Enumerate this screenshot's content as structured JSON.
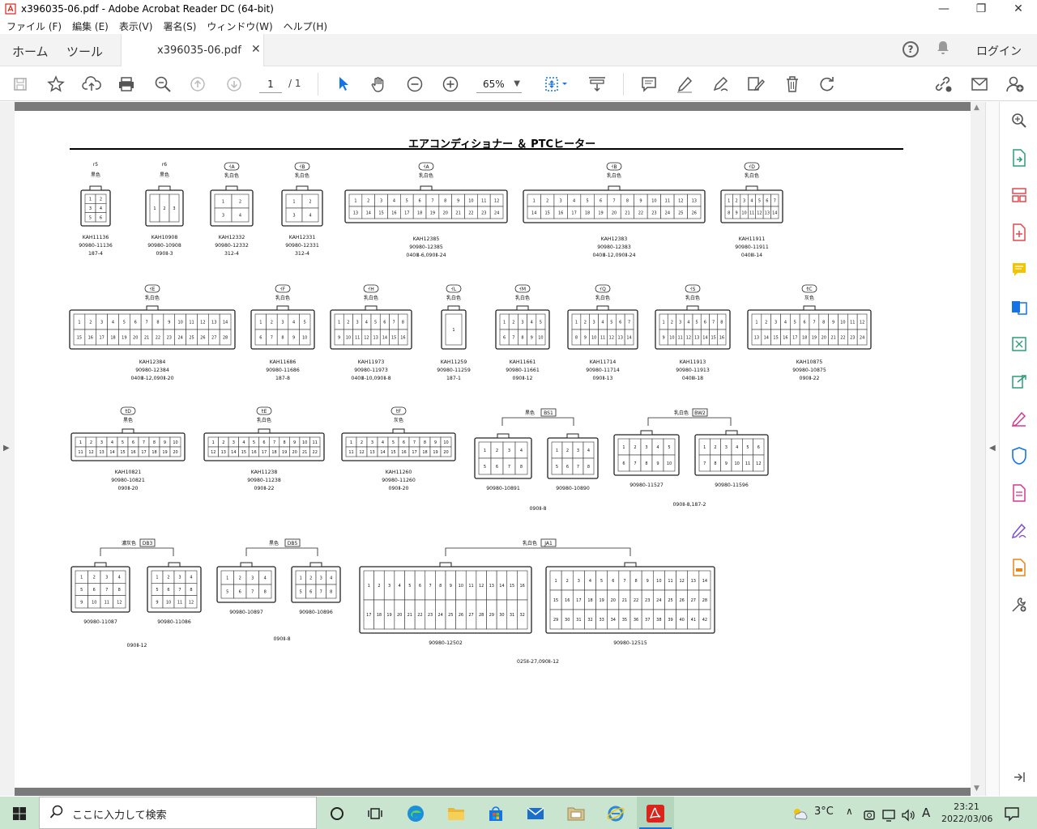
{
  "window": {
    "title": "x396035-06.pdf - Adobe Acrobat Reader DC (64-bit)",
    "minimize": "—",
    "maximize": "❐",
    "close": "✕"
  },
  "menu": [
    "ファイル (F)",
    "編集 (E)",
    "表示(V)",
    "署名(S)",
    "ウィンドウ(W)",
    "ヘルプ(H)"
  ],
  "tabs": {
    "home": "ホーム",
    "tools": "ツール",
    "doc": "x396035-06.pdf",
    "doc_close": "✕",
    "help": "?",
    "login": "ログイン"
  },
  "toolbar": {
    "page_current": "1",
    "page_total": "/ 1",
    "zoom": "65%"
  },
  "document": {
    "title": "エアコンディショナー ＆ PTCヒーター",
    "row1": [
      {
        "tag": "r5",
        "color": "黒色",
        "parts": [
          "KAH11136",
          "90980-11136",
          "187-4"
        ]
      },
      {
        "tag": "r6",
        "color": "黒色",
        "parts": [
          "KAH10908",
          "90980-10908",
          "090Ⅱ-3"
        ]
      },
      {
        "tag": "ｲA",
        "color": "乳白色",
        "parts": [
          "KAH12332",
          "90980-12332",
          "312-4"
        ]
      },
      {
        "tag": "ｲB",
        "color": "乳白色",
        "parts": [
          "KAH12331",
          "90980-12331",
          "312-4"
        ]
      },
      {
        "tag": "ｲA",
        "color": "乳白色",
        "parts": [
          "KAH12385",
          "90980-12385",
          "040Ⅲ-6,090Ⅱ-24"
        ]
      },
      {
        "tag": "ｲB",
        "color": "乳白色",
        "parts": [
          "KAH12383",
          "90980-12383",
          "040Ⅲ-12,090Ⅱ-24"
        ]
      },
      {
        "tag": "ｲD",
        "color": "乳白色",
        "parts": [
          "KAH11911",
          "90980-11911",
          "040Ⅲ-14"
        ]
      }
    ],
    "row2": [
      {
        "tag": "ｲE",
        "color": "乳白色",
        "parts": [
          "KAH12384",
          "90980-12384",
          "040Ⅲ-12,090Ⅱ-20"
        ]
      },
      {
        "tag": "ｲF",
        "color": "乳白色",
        "parts": [
          "KAH11686",
          "90980-11686",
          "187-8"
        ]
      },
      {
        "tag": "ｲH",
        "color": "乳白色",
        "parts": [
          "KAH11973",
          "90980-11973",
          "040Ⅲ-10,090Ⅱ-8"
        ]
      },
      {
        "tag": "ｲL",
        "color": "乳白色",
        "parts": [
          "KAH11259",
          "90980-11259",
          "187-1"
        ]
      },
      {
        "tag": "ｲM",
        "color": "乳白色",
        "parts": [
          "KAH11661",
          "90980-11661",
          "090Ⅱ-12"
        ]
      },
      {
        "tag": "ｲQ",
        "color": "乳白色",
        "parts": [
          "KAH11714",
          "90980-11714",
          "090Ⅱ-13"
        ]
      },
      {
        "tag": "ｲS",
        "color": "乳白色",
        "parts": [
          "KAH11913",
          "90980-11913",
          "040Ⅲ-18"
        ]
      },
      {
        "tag": "ｾC",
        "color": "灰色",
        "parts": [
          "KAH10875",
          "90980-10875",
          "090Ⅱ-22"
        ]
      }
    ],
    "row3": [
      {
        "tag": "ｾD",
        "color": "黒色",
        "parts": [
          "KAH10821",
          "90980-10821",
          "090Ⅱ-20"
        ]
      },
      {
        "tag": "ｾE",
        "color": "乳白色",
        "parts": [
          "KAH11238",
          "90980-11238",
          "090Ⅱ-22"
        ]
      },
      {
        "tag": "ｾF",
        "color": "灰色",
        "parts": [
          "KAH11260",
          "90980-11260",
          "090Ⅱ-20"
        ]
      }
    ],
    "group_bs1": {
      "color": "黒色",
      "tag": "BS1",
      "left": "90980-10891",
      "right": "90980-10890",
      "footer": "090Ⅱ-8"
    },
    "group_bw2": {
      "color": "乳白色",
      "tag": "BW2",
      "left": "90980-11527",
      "right": "90980-11596",
      "footer": "090Ⅱ-8,187-2"
    },
    "group_db3": {
      "color": "濃灰色",
      "tag": "DB3",
      "left": "90980-11087",
      "right": "90980-11086",
      "footer": "090Ⅱ-12"
    },
    "group_db5": {
      "color": "黒色",
      "tag": "DB5",
      "left": "90980-10897",
      "right": "90980-10896",
      "footer": "090Ⅱ-8"
    },
    "group_ja1": {
      "color": "乳白色",
      "tag": "JA1",
      "left": "90980-12502",
      "right": "90980-12515",
      "footer": "025Ⅱ-27,090Ⅱ-12"
    }
  },
  "taskbar": {
    "search_placeholder": "ここに入力して検索",
    "temperature": "3°C",
    "ime": "A",
    "time": "23:21",
    "date": "2022/03/06"
  },
  "colors": {
    "taskbar": "#c9e4cf",
    "acrobat_red": "#d9251c",
    "accent_blue": "#1473e6"
  }
}
